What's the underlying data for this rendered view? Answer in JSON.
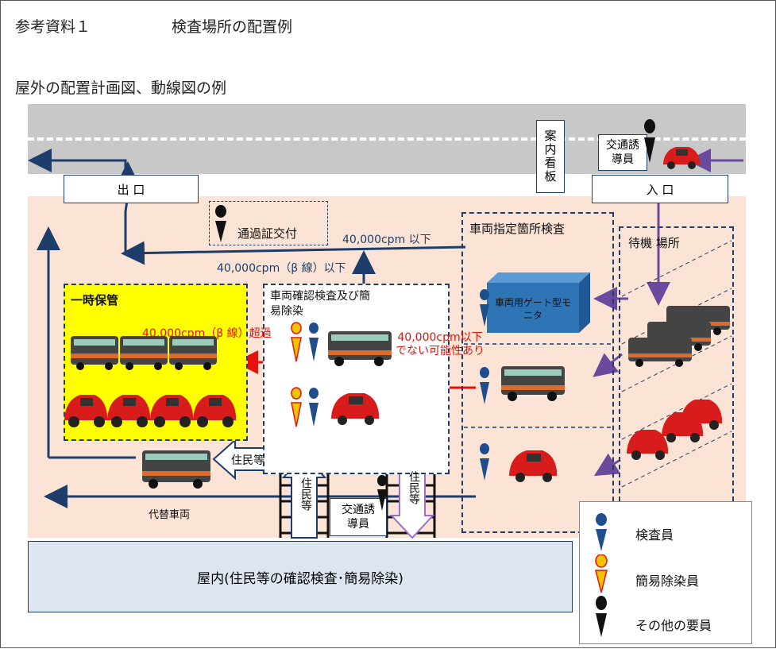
{
  "header": {
    "ref_title": "参考資料１",
    "title": "検査場所の配置例",
    "subtitle": "屋外の配置計画図、動線図の例"
  },
  "road": {
    "exit_label": "出 口",
    "entrance_label": "入 口",
    "sign_label": "案内看板",
    "traffic_guide_label": "交通誘導員"
  },
  "zones": {
    "pass_issue": "通過証交付",
    "vehicle_area_check": "車両指定箇所検査",
    "waiting_area": "待機 場所",
    "temp_storage": "一時保管",
    "confirm_decon": "車両確認検査及び簡易除染",
    "gate_monitor": "車両用ゲート型モニタ",
    "indoor": "屋内(住民等の確認検査･簡易除染)",
    "alt_vehicle": "代替車両",
    "residents": "住民等",
    "residents_vertical": "住民等",
    "inner_guide": "交通誘導員"
  },
  "flow_labels": {
    "under_cpm": "40,000cpm 以下",
    "under_beta": "40,000cpm（β 線）以下",
    "over_beta": "40,000cpm（β 線）超過",
    "maybe_over": "40,000cpm以下でない可能性あり"
  },
  "legend": [
    {
      "label": "検査員",
      "icon": "inspector-icon",
      "color": "#1f4e8c"
    },
    {
      "label": "簡易除染員",
      "icon": "decon-staff-icon",
      "color": "#f2c200"
    },
    {
      "label": "その他の要員",
      "icon": "other-staff-icon",
      "color": "#111111"
    }
  ],
  "colors": {
    "flow_arrow": "#1f3d6b",
    "vehicle_arrow": "#6a4a9c",
    "exceed_arrow": "#e3120b",
    "site_bg": "#fbe4d5",
    "road": "#c8c8c8",
    "storage_bg": "#ffff00",
    "indoor_bg": "#dde6f0",
    "monitor": "#2e75b6"
  }
}
